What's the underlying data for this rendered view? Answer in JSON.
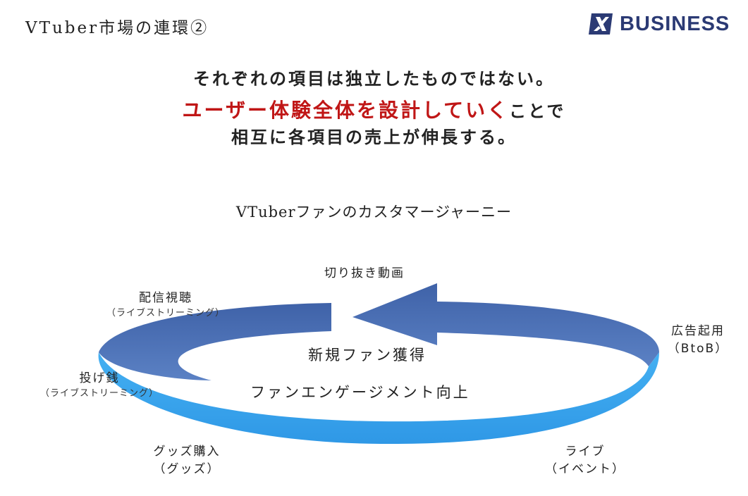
{
  "slide": {
    "title": "VTuber市場の連環②",
    "logo_text": "BUSINESS"
  },
  "headline": {
    "line1": "それぞれの項目は独立したものではない。",
    "line2_accent": "ユーザー体験全体を設計していく",
    "line2_rest": "ことで",
    "line3": "相互に各項目の売上が伸長する。",
    "accent_color": "#c01616"
  },
  "diagram": {
    "title": "VTuberファンのカスタマージャーニー",
    "center_upper": "新規ファン獲得",
    "center_lower": "ファンエンゲージメント向上",
    "colors": {
      "ring_top": "#4a6fb5",
      "ring_bottom": "#3aa6ee"
    },
    "nodes": {
      "clip": {
        "label": "切り抜き動画"
      },
      "viewing": {
        "label": "配信視聴",
        "sub": "（ライブストリーミング）"
      },
      "ad": {
        "label": "広告起用",
        "sub": "（BtoB）"
      },
      "tipping": {
        "label": "投げ銭",
        "sub": "（ライブストリーミング）"
      },
      "goods": {
        "label": "グッズ購入",
        "sub": "（グッズ）"
      },
      "live": {
        "label": "ライブ",
        "sub": "（イベント）"
      }
    }
  }
}
